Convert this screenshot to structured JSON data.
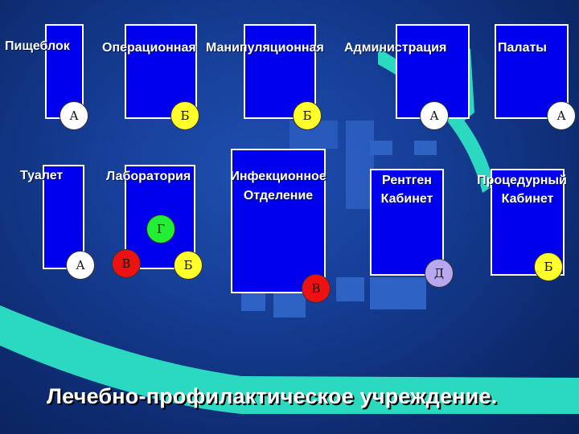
{
  "colors": {
    "room_fill": "#0000ee",
    "room_border": "#ffffff",
    "background": "#1a3f9c",
    "accent_teal": "#2ad9c0",
    "badge_white": "#ffffff",
    "badge_yellow": "#ffff2a",
    "badge_green": "#22ee33",
    "badge_red": "#ee1111",
    "badge_lavender": "#b8a8f0"
  },
  "rooms": {
    "pishcheblok": "Пищеблок",
    "operatsionnaya": "Операционная",
    "manipulyatsionnaya": "Манипуляционная",
    "administratsiya": "Администрация",
    "palaty": "Палаты",
    "tualet": "Туалет",
    "laboratoriya": "Лаборатория",
    "infektsionnoe_line1": "Инфекционное",
    "infektsionnoe_line2": "Отделение",
    "rentgen_line1": "Рентген",
    "rentgen_line2": "Кабинет",
    "protsedurny_line1": "Процедурный",
    "protsedurny_line2": "Кабинет"
  },
  "badges": {
    "pishcheblok": "А",
    "operatsionnaya": "Б",
    "manipulyatsionnaya": "Б",
    "administratsiya": "А",
    "palaty": "А",
    "laboratoriya_top": "Г",
    "tualet": "А",
    "laboratoriya_left": "В",
    "laboratoriya_right": "Б",
    "infektsionnoe": "В",
    "rentgen": "Д",
    "protsedurny": "Б"
  },
  "footer": {
    "title": "Лечебно-профилактическое учреждение."
  }
}
